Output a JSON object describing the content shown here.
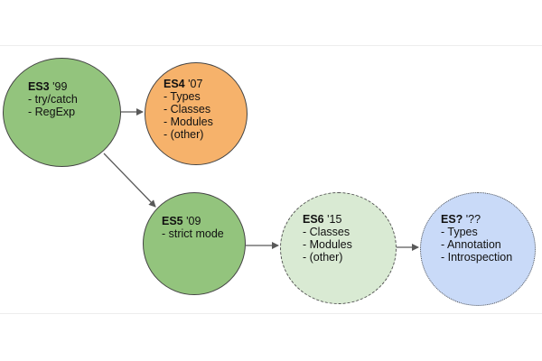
{
  "nodes": {
    "es3": {
      "name": "ES3",
      "year": " '99",
      "items": [
        "- try/catch",
        "- RegExp"
      ],
      "color": "#93c47d",
      "border": "solid"
    },
    "es4": {
      "name": "ES4",
      "year": " '07",
      "items": [
        "- Types",
        "- Classes",
        "- Modules",
        "- (other)"
      ],
      "color": "#f6b26b",
      "border": "solid"
    },
    "es5": {
      "name": "ES5",
      "year": " '09",
      "items": [
        "- strict mode"
      ],
      "color": "#93c47d",
      "border": "solid"
    },
    "es6": {
      "name": "ES6",
      "year": " '15",
      "items": [
        "- Classes",
        "- Modules",
        "- (other)"
      ],
      "color": "#d9ead3",
      "border": "dashed"
    },
    "esq": {
      "name": "ES?",
      "year": " '??",
      "items": [
        "- Types",
        "- Annotation",
        "- Introspection"
      ],
      "color": "#c9daf8",
      "border": "dotted"
    }
  },
  "edges": [
    {
      "from": "ES3",
      "to": "ES4"
    },
    {
      "from": "ES3",
      "to": "ES5"
    },
    {
      "from": "ES5",
      "to": "ES6"
    },
    {
      "from": "ES6",
      "to": "ES?"
    }
  ]
}
